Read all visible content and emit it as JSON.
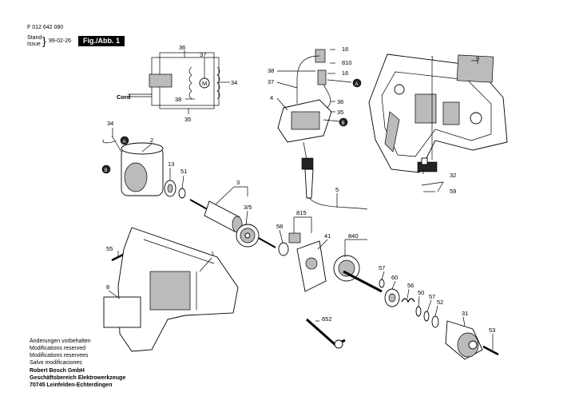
{
  "header": {
    "doc_number": "F 012 642 080",
    "stand_label": "Stand",
    "issue_label": "Issue",
    "date": "99-02-26",
    "figure_label": "Fig./Abb. 1"
  },
  "footer": {
    "notes": [
      "Änderungen vorbehalten",
      "Modifications reserved",
      "Modifications reservees",
      "Salvo modificaciones"
    ],
    "company": "Robert Bosch GmbH",
    "division": "Geschäftsbereich Elektrowerkzeuge",
    "address": "70745 Leinfelden-Echterdingen"
  },
  "wiring": {
    "cord_label": "Cord",
    "motor_symbol": "M",
    "labels": [
      "36",
      "37",
      "34",
      "38",
      "35"
    ]
  },
  "connectors": [
    "A",
    "B"
  ],
  "part_numbers": [
    "16",
    "810",
    "16",
    "38",
    "37",
    "4",
    "36",
    "35",
    "9",
    "1",
    "34",
    "2",
    "13",
    "51",
    "3",
    "3/5",
    "815",
    "58",
    "41",
    "840",
    "55",
    "1",
    "8",
    "5",
    "32",
    "59",
    "57",
    "60",
    "56",
    "50",
    "57",
    "52",
    "31",
    "53",
    "652"
  ]
}
